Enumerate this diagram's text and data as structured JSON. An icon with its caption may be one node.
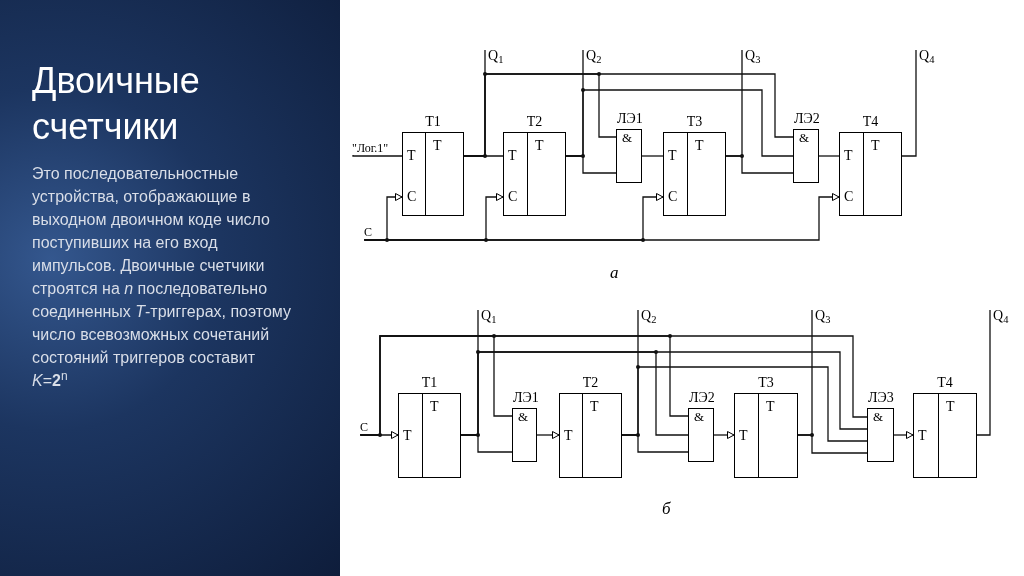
{
  "diagram": {
    "title": "Двоичные счетчики",
    "nodes": [
      {
        "text": [
          "\"Лог.1\""
        ]
      },
      {
        "text": [
          "C"
        ]
      },
      {
        "text": [
          "T1",
          "T",
          "C",
          "T"
        ]
      },
      {
        "text": [
          "T2",
          "T",
          "C",
          "T"
        ]
      },
      {
        "text": [
          "ЛЭ1",
          "&"
        ]
      },
      {
        "text": [
          "T3",
          "T",
          "C",
          "T"
        ]
      },
      {
        "text": [
          "ЛЭ2",
          "&"
        ]
      },
      {
        "text": [
          "T4",
          "T",
          "C",
          "T"
        ]
      },
      {
        "text": [
          "Q$_{1}$"
        ]
      },
      {
        "text": [
          "Q$_{2}$"
        ]
      },
      {
        "text": [
          "Q$_{3}$"
        ]
      },
      {
        "text": [
          "Q$_{4}$"
        ]
      },
      {
        "text": [
          "C"
        ]
      },
      {
        "text": [
          "T1",
          "T",
          "T"
        ]
      },
      {
        "text": [
          "ЛЭ1",
          "&"
        ]
      },
      {
        "text": [
          "T2",
          "T",
          "T"
        ]
      },
      {
        "text": [
          "ЛЭ2",
          "&"
        ]
      },
      {
        "text": [
          "T3",
          "T",
          "T"
        ]
      },
      {
        "text": [
          "ЛЭ3",
          "&"
        ]
      },
      {
        "text": [
          "T4",
          "T",
          "T"
        ]
      },
      {
        "text": [
          "Q$_{1}$"
        ]
      },
      {
        "text": [
          "Q$_{2}$"
        ]
      },
      {
        "text": [
          "Q$_{3}$"
        ]
      },
      {
        "text": [
          "Q$_{4}$"
        ]
      }
    ],
    "edges": [
      {
        "from": 0,
        "to": 2,
        "arrow": "none"
      },
      {
        "from": 1,
        "to": 2,
        "arrow": "to"
      },
      {
        "from": 1,
        "to": 3,
        "arrow": "to"
      },
      {
        "from": 1,
        "to": 5,
        "arrow": "to"
      },
      {
        "from": 1,
        "to": 7,
        "arrow": "to"
      },
      {
        "from": 2,
        "to": 3,
        "arrow": "none"
      },
      {
        "from": 2,
        "to": 8,
        "arrow": "none"
      },
      {
        "from": 2,
        "to": 4,
        "arrow": "none"
      },
      {
        "from": 2,
        "to": 6,
        "arrow": "none"
      },
      {
        "from": 3,
        "to": 9,
        "arrow": "none"
      },
      {
        "from": 3,
        "to": 4,
        "arrow": "none"
      },
      {
        "from": 3,
        "to": 6,
        "arrow": "none"
      },
      {
        "from": 4,
        "to": 5,
        "arrow": "none"
      },
      {
        "from": 5,
        "to": 10,
        "arrow": "none"
      },
      {
        "from": 5,
        "to": 6,
        "arrow": "none"
      },
      {
        "from": 6,
        "to": 7,
        "arrow": "none"
      },
      {
        "from": 7,
        "to": 11,
        "arrow": "none"
      },
      {
        "from": 12,
        "to": 13,
        "arrow": "to"
      },
      {
        "from": 12,
        "to": 14,
        "arrow": "none"
      },
      {
        "from": 12,
        "to": 16,
        "arrow": "none"
      },
      {
        "from": 12,
        "to": 18,
        "arrow": "none"
      },
      {
        "from": 13,
        "to": 20,
        "arrow": "none"
      },
      {
        "from": 13,
        "to": 14,
        "arrow": "none"
      },
      {
        "from": 13,
        "to": 16,
        "arrow": "none"
      },
      {
        "from": 13,
        "to": 18,
        "arrow": "none"
      },
      {
        "from": 14,
        "to": 15,
        "arrow": "to"
      },
      {
        "from": 15,
        "to": 21,
        "arrow": "none"
      },
      {
        "from": 15,
        "to": 16,
        "arrow": "none"
      },
      {
        "from": 15,
        "to": 18,
        "arrow": "none"
      },
      {
        "from": 16,
        "to": 17,
        "arrow": "to"
      },
      {
        "from": 17,
        "to": 22,
        "arrow": "none"
      },
      {
        "from": 17,
        "to": 18,
        "arrow": "none"
      },
      {
        "from": 18,
        "to": 19,
        "arrow": "to"
      },
      {
        "from": 19,
        "to": 23,
        "arrow": "none"
      }
    ],
    "labels": [
      "Это последовательностные устройства, отображающие в выходном двоичном коде число поступивших на его вход импульсов. Двоичные счетчики строятся на *n* последовательно соединенных *T*-триггерах, поэтому число всевозможных сочетаний состояний триггеров составит *K*=**2**$^{n}$",
      "а",
      "б"
    ]
  }
}
